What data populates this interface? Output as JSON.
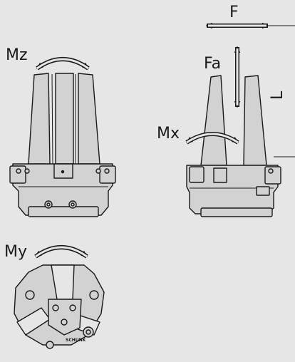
{
  "labels": {
    "mz": "Mz",
    "f": "F",
    "fa": "Fa",
    "mx": "Mx",
    "l": "L",
    "my": "My"
  },
  "logo_text": "SCHUNK",
  "colors": {
    "background": "#e6e6e6",
    "body_fill": "#d2d2d2",
    "outline": "#1a1a1a"
  }
}
